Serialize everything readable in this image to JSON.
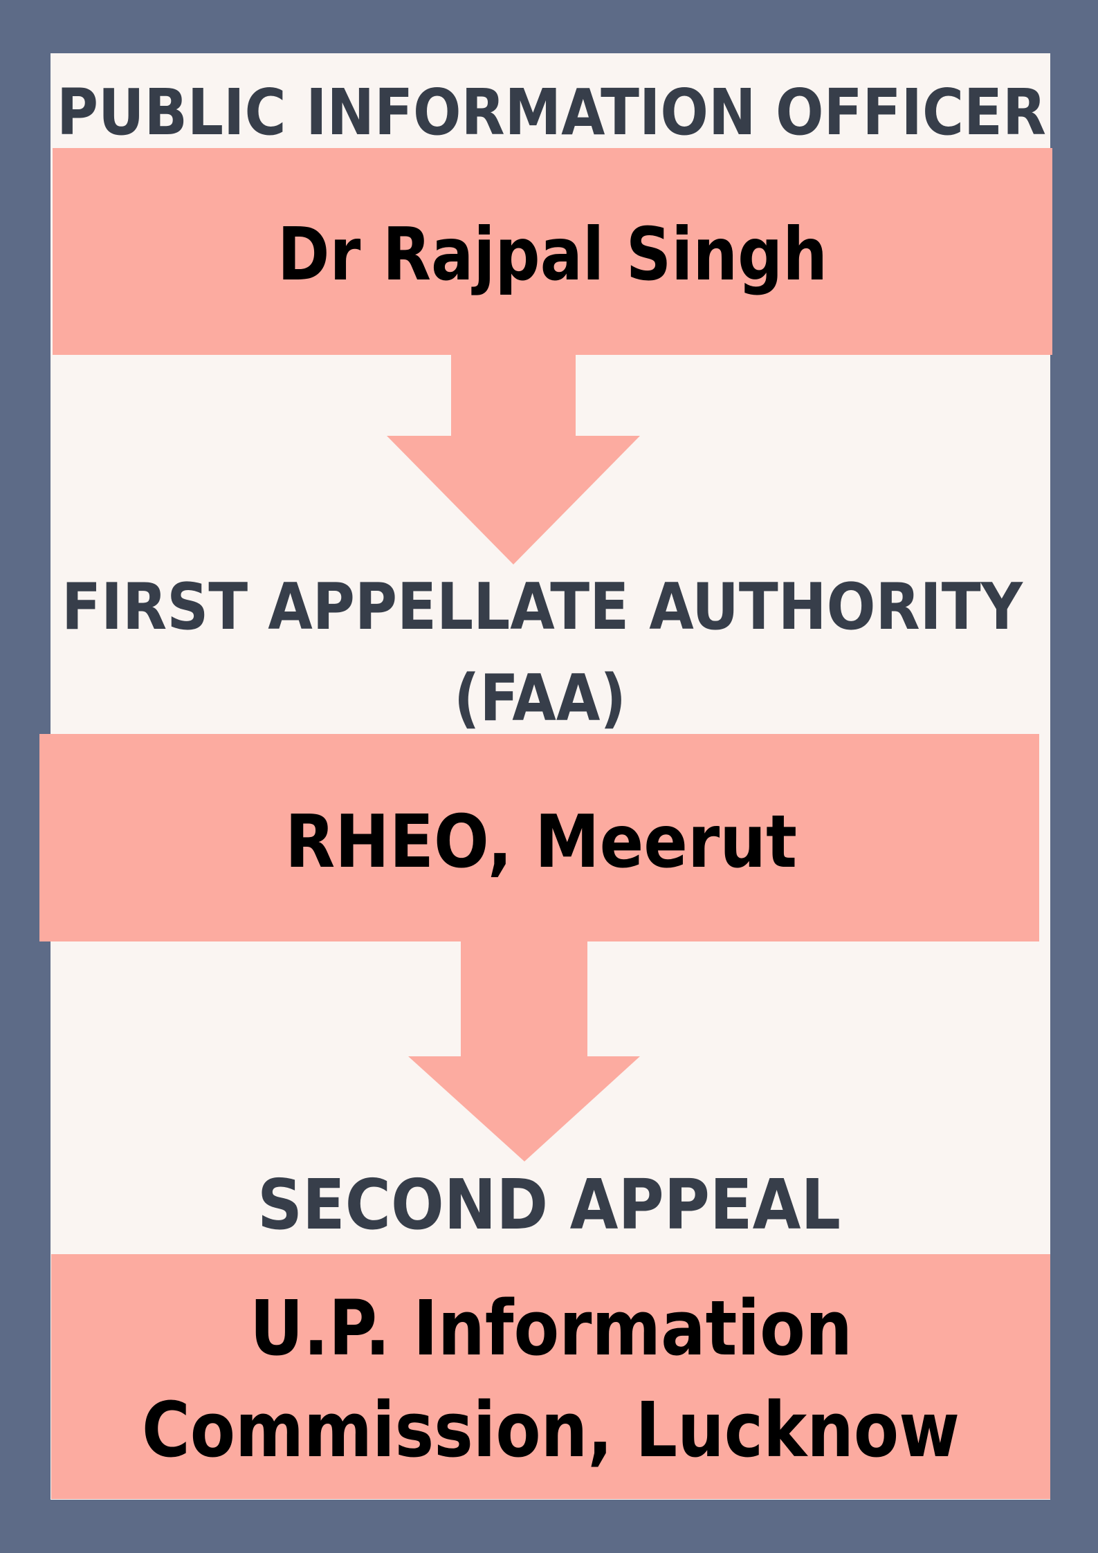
{
  "colors": {
    "frame": "#5d6b87",
    "panel": "#faf5f2",
    "box": "#fcaba0",
    "label": "#373e4a",
    "name": "#000000"
  },
  "pio": {
    "heading": "PUBLIC INFORMATION OFFICER",
    "name": "Dr Rajpal Singh"
  },
  "faa": {
    "heading_line1": "FIRST APPELLATE AUTHORITY",
    "heading_line2": "(FAA)",
    "name": "RHEO, Meerut"
  },
  "second_appeal": {
    "heading": "SECOND APPEAL",
    "name_line1": "U.P. Information",
    "name_line2": "Commission, Lucknow"
  }
}
